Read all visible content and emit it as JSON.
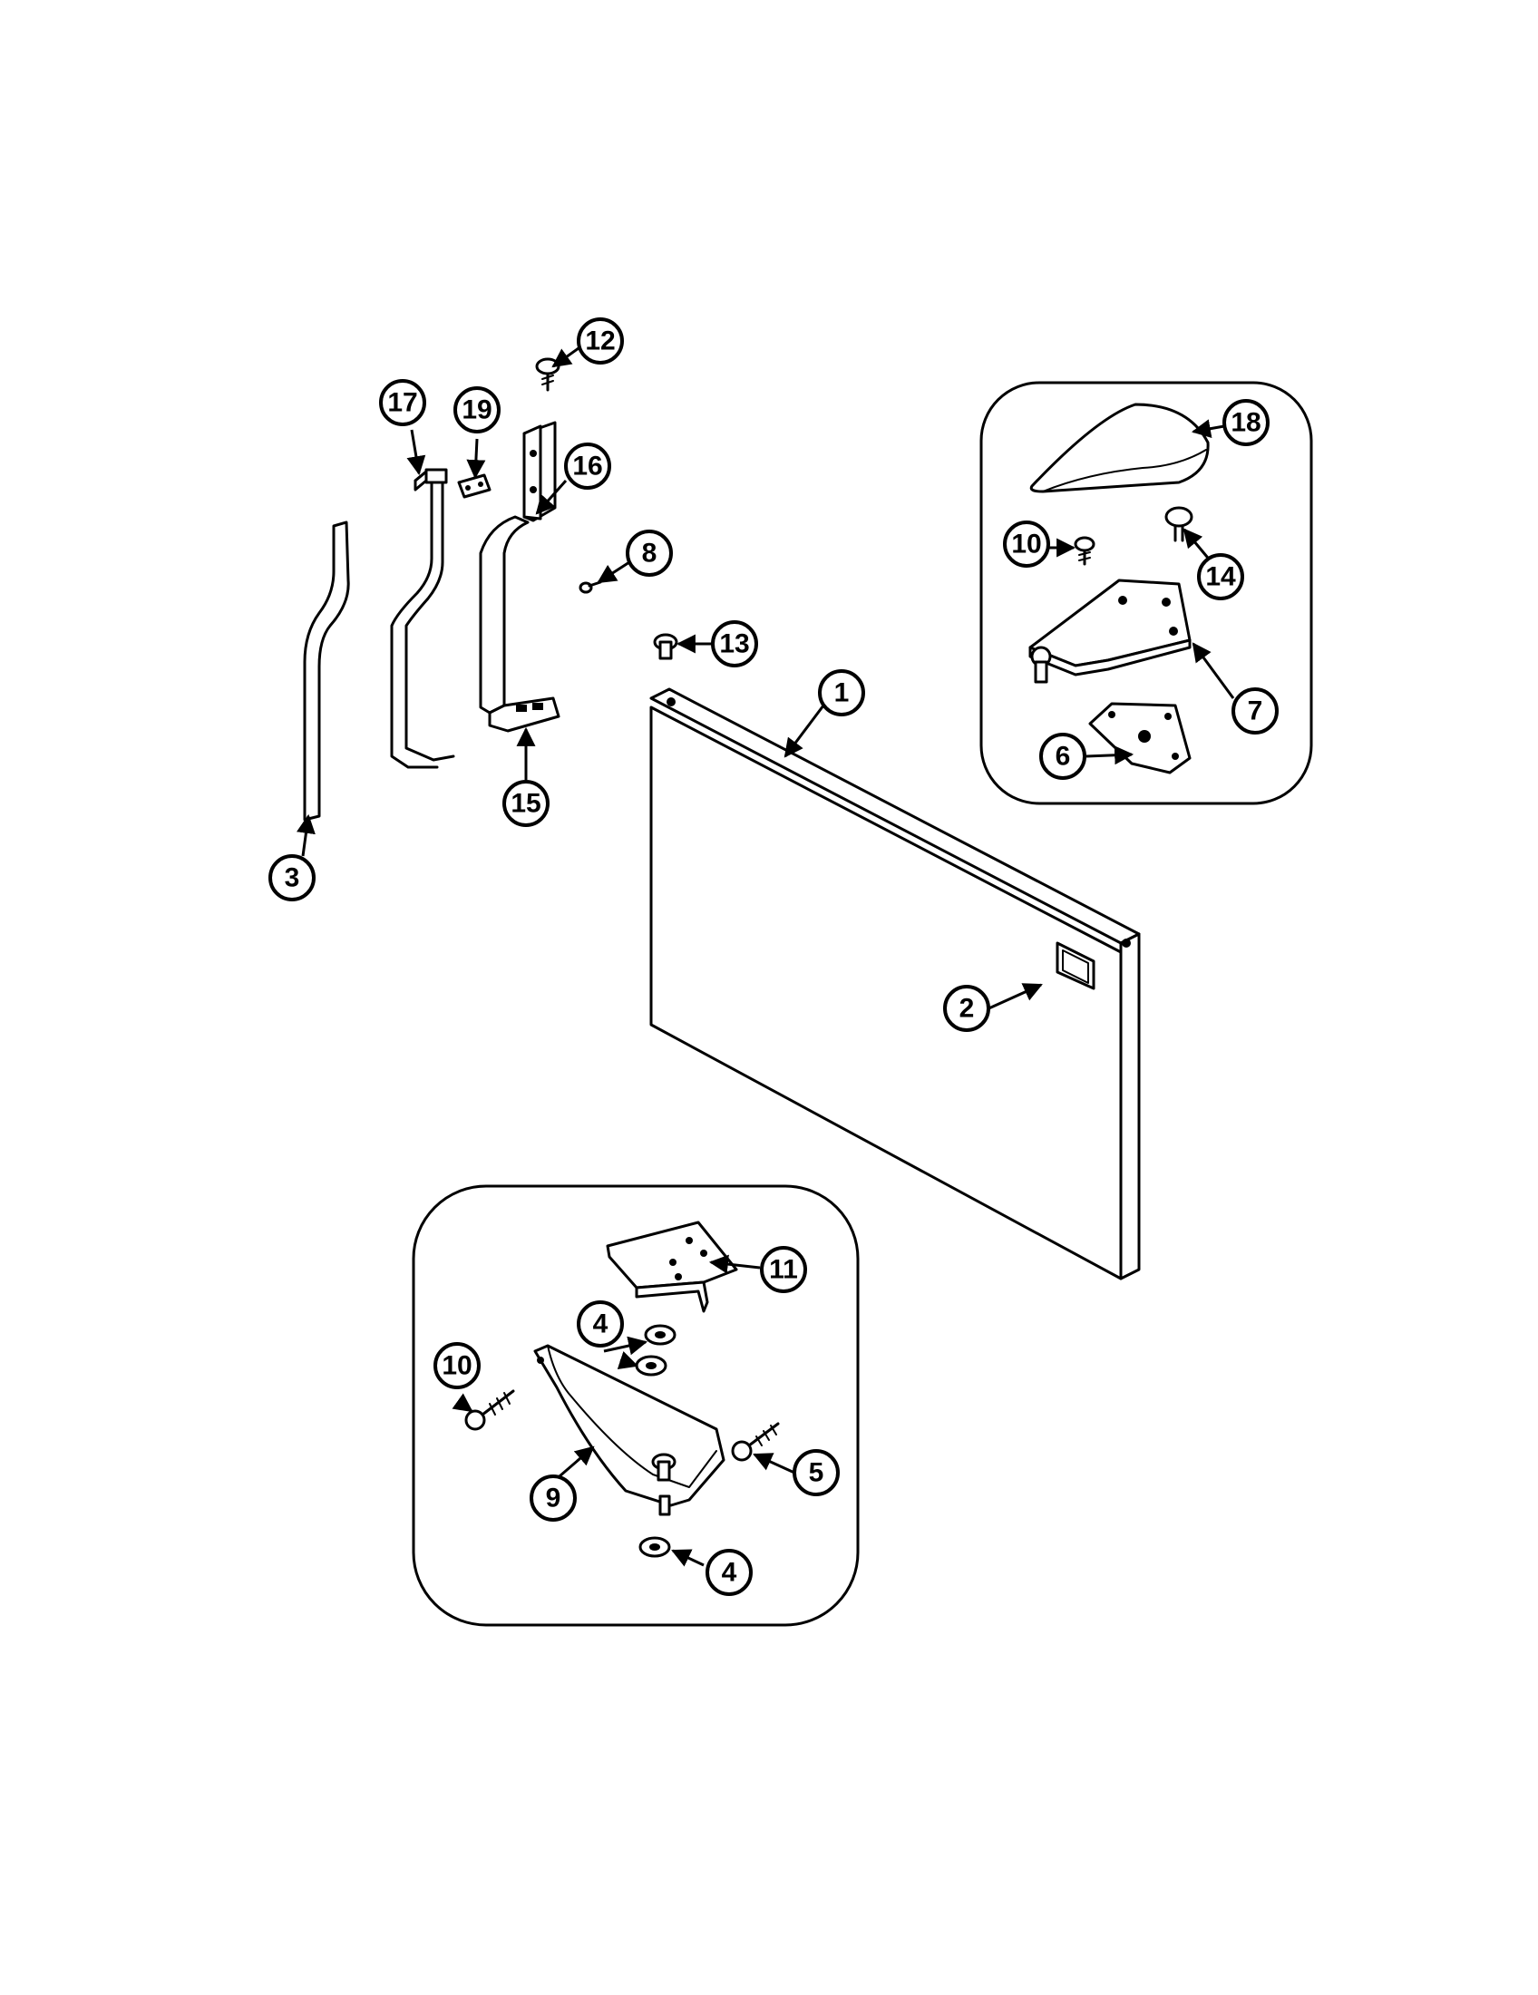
{
  "callouts": {
    "c1": "1",
    "c2": "2",
    "c3": "3",
    "c4a": "4",
    "c4b": "4",
    "c5": "5",
    "c6": "6",
    "c7": "7",
    "c8": "8",
    "c9": "9",
    "c10a": "10",
    "c10b": "10",
    "c11": "11",
    "c12": "12",
    "c13": "13",
    "c14": "14",
    "c15": "15",
    "c16": "16",
    "c17": "17",
    "c18": "18",
    "c19": "19"
  }
}
